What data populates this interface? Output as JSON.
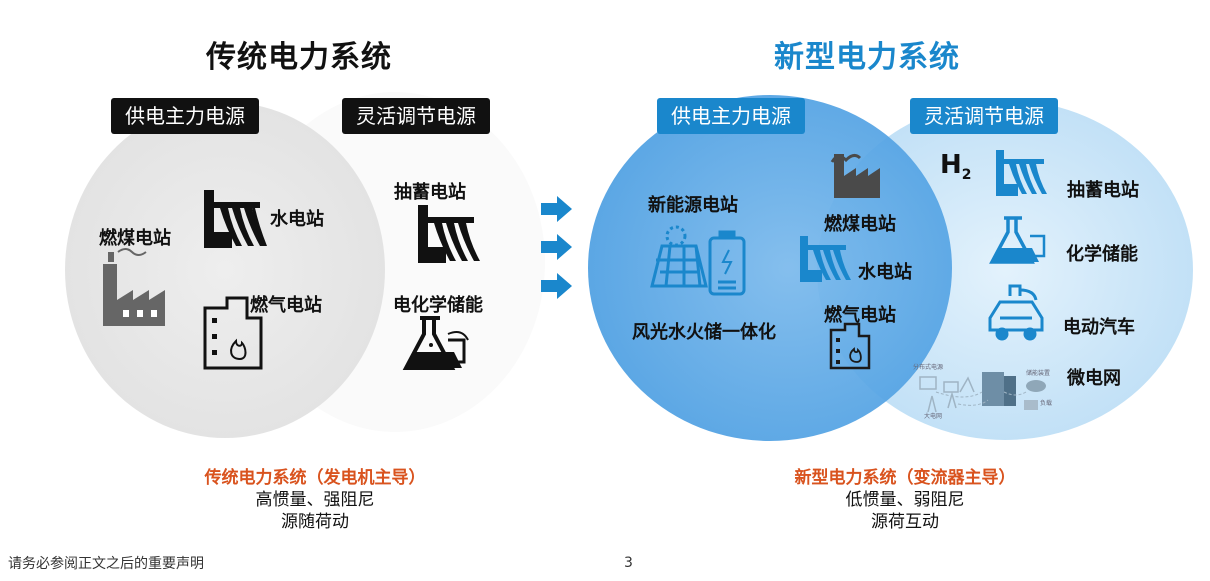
{
  "left": {
    "title": "传统电力系统",
    "tag_main": "供电主力电源",
    "tag_flex": "灵活调节电源",
    "items": {
      "coal": "燃煤电站",
      "hydro": "水电站",
      "gas": "燃气电站",
      "pumped": "抽蓄电站",
      "chem": "电化学储能"
    },
    "caption": {
      "headline": "传统电力系统（发电机主导）",
      "line1": "高惯量、强阻尼",
      "line2": "源随荷动"
    }
  },
  "right": {
    "title": "新型电力系统",
    "tag_main": "供电主力电源",
    "tag_flex": "灵活调节电源",
    "items": {
      "new_energy": "新能源电站",
      "integration": "风光水火储一体化",
      "coal": "燃煤电站",
      "hydro": "水电站",
      "gas": "燃气电站",
      "h2": "H",
      "h2_sub": "2",
      "pumped": "抽蓄电站",
      "chem": "化学储能",
      "ev": "电动汽车",
      "microgrid": "微电网"
    },
    "microgrid_labels": {
      "distributed": "分布式电源",
      "storage": "储能装置",
      "load": "负载",
      "grid": "大电网"
    },
    "caption": {
      "headline": "新型电力系统（变流器主导）",
      "line1": "低惯量、弱阻尼",
      "line2": "源荷互动"
    }
  },
  "footer": {
    "disclaimer": "请务必参阅正文之后的重要声明",
    "page_number": "3"
  },
  "colors": {
    "black_tag": "#111111",
    "blue_tag": "#1a87cc",
    "title_blue": "#1a87cc",
    "highlight": "#d9531e",
    "gray_circle": "#e3e3e3",
    "blue_circle_dark": "#4a9ee2",
    "blue_circle_light": "#bfe0f6",
    "icon_blue": "#1a87cc"
  }
}
